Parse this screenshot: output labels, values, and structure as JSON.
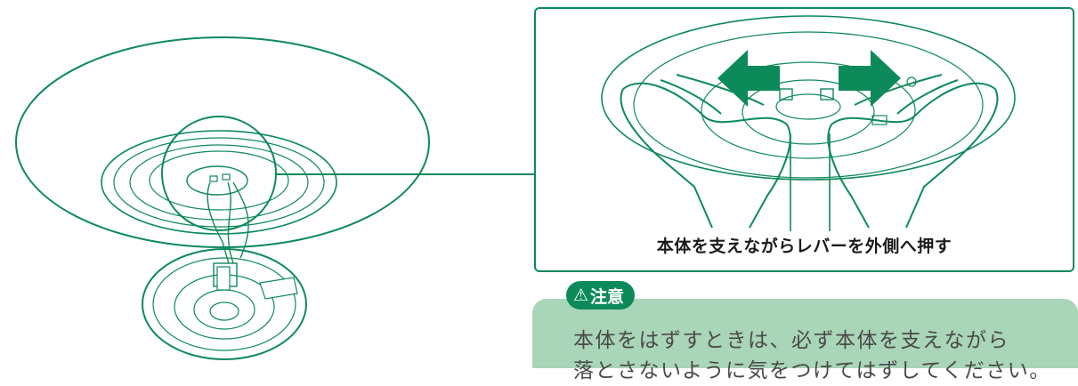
{
  "detail": {
    "caption": "本体を支えながらレバーを外側へ押す"
  },
  "caution": {
    "badge_icon": "warning-triangle-icon",
    "badge_label": "注意",
    "line1": "本体をはずすときは、必ず本体を支えながら",
    "line2": "落とさないように気をつけてはずしてください。"
  },
  "colors": {
    "accent": "#0d8a5a",
    "panel": "#a9d5b8",
    "text": "#1a1a1a"
  }
}
